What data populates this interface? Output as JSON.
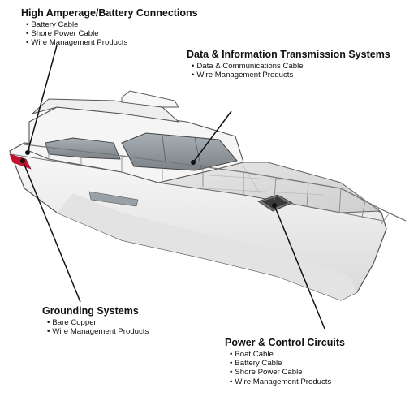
{
  "callouts": {
    "high_amperage": {
      "title": "High Amperage/Battery Connections",
      "items": [
        "Battery Cable",
        "Shore Power Cable",
        "Wire Management Products"
      ]
    },
    "data_transmission": {
      "title": "Data & Information Transmission Systems",
      "items": [
        "Data & Communications Cable",
        "Wire Management Products"
      ]
    },
    "grounding": {
      "title": "Grounding Systems",
      "items": [
        "Bare Copper",
        "Wire Management Products"
      ]
    },
    "power_control": {
      "title": "Power & Control Circuits",
      "items": [
        "Boat Cable",
        "Battery Cable",
        "Shore Power Cable",
        "Wire Management Products"
      ]
    }
  },
  "colors": {
    "hull": "#f3f3f3",
    "outline": "#555555",
    "glass": "#8f969b",
    "stripe": "#c8102e",
    "leader": "#111111"
  }
}
